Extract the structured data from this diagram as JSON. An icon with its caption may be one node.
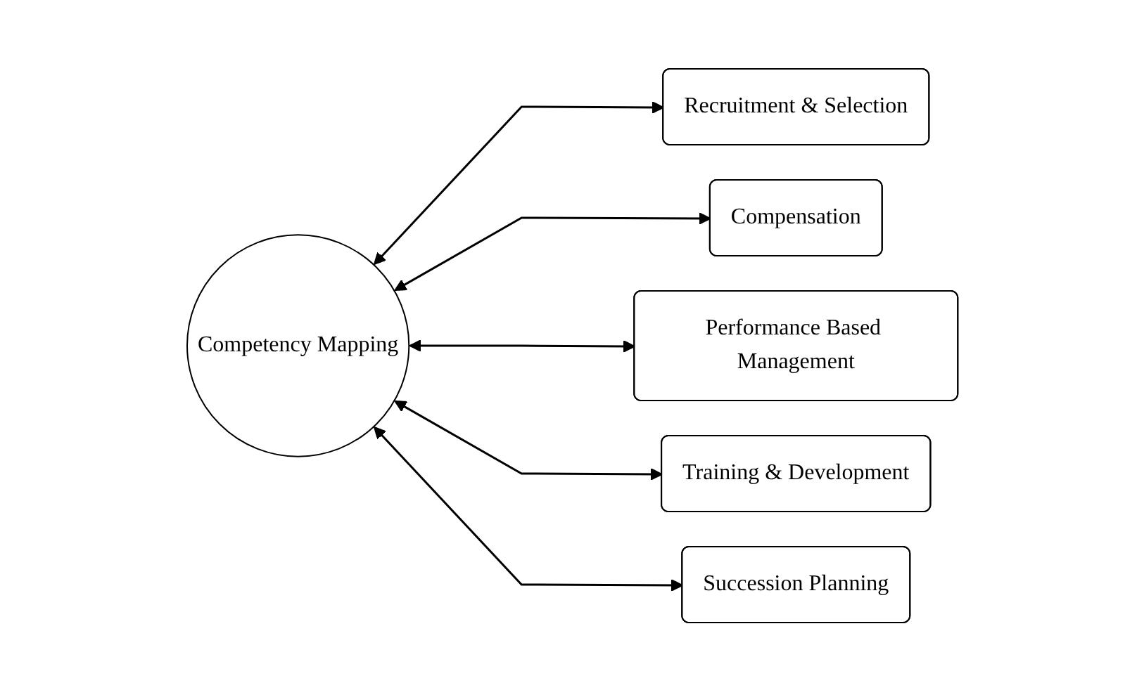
{
  "diagram": {
    "nodes": [
      {
        "text": [
          "Competency Mapping"
        ]
      },
      {
        "text": [
          "Recruitment & Selection"
        ]
      },
      {
        "text": [
          "Compensation"
        ]
      },
      {
        "text": [
          "Performance Based Management"
        ]
      },
      {
        "text": [
          "Training & Development"
        ]
      },
      {
        "text": [
          "Succession Planning"
        ]
      }
    ],
    "edges": [
      {
        "from": 0,
        "to": 1,
        "arrow": "both"
      },
      {
        "from": 0,
        "to": 2,
        "arrow": "both"
      },
      {
        "from": 0,
        "to": 3,
        "arrow": "both"
      },
      {
        "from": 0,
        "to": 4,
        "arrow": "both"
      },
      {
        "from": 0,
        "to": 5,
        "arrow": "both"
      }
    ]
  }
}
